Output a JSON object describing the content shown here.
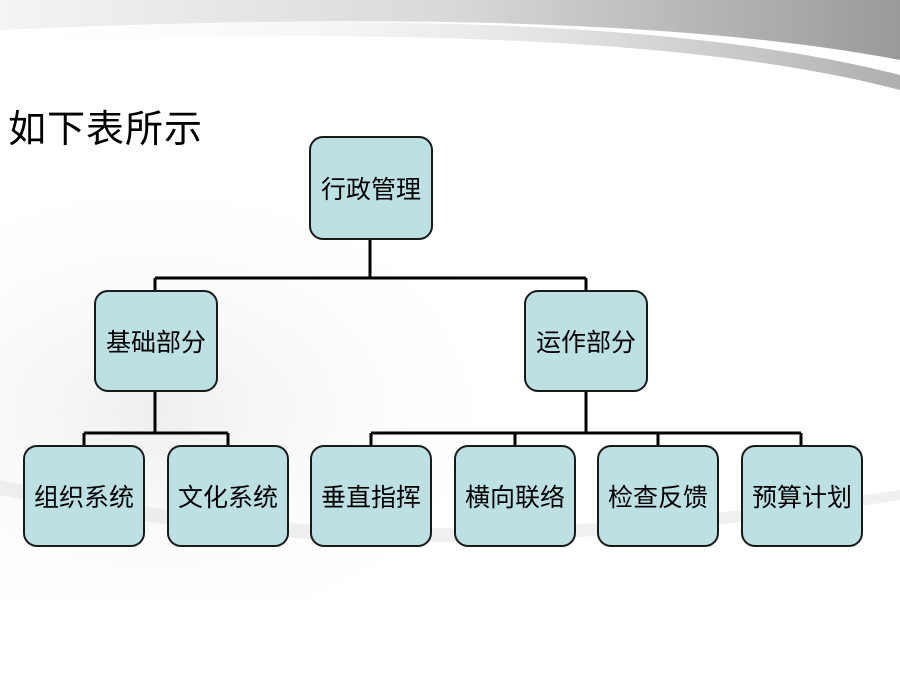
{
  "slide": {
    "title": "如下表所示"
  },
  "org_chart": {
    "root": {
      "label": "行政管理"
    },
    "branches": [
      {
        "label": "基础部分",
        "children": [
          {
            "label": "组织系统"
          },
          {
            "label": "文化系统"
          }
        ]
      },
      {
        "label": "运作部分",
        "children": [
          {
            "label": "垂直指挥"
          },
          {
            "label": "横向联络"
          },
          {
            "label": "检查反馈"
          },
          {
            "label": "预算计划"
          }
        ]
      }
    ]
  },
  "colors": {
    "node_fill": "#bde1e3",
    "node_border": "#1a1a1a",
    "connector": "#000000"
  }
}
